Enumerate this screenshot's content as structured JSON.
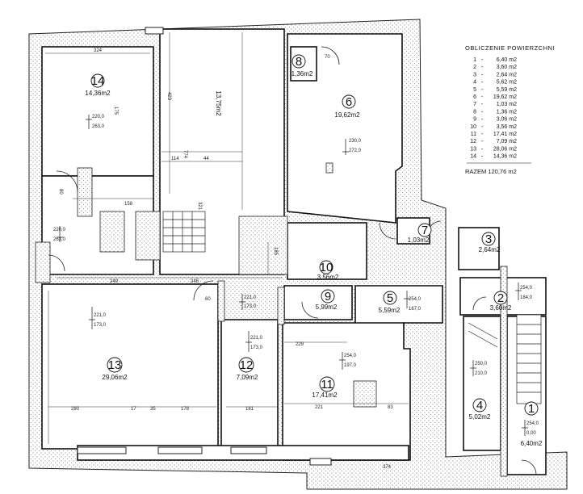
{
  "legend": {
    "title": "OBLICZENIE POWIERZCHNI",
    "rows": [
      {
        "num": "1",
        "sep": "-",
        "area": "6,40 m2"
      },
      {
        "num": "2",
        "sep": "-",
        "area": "3,60 m2"
      },
      {
        "num": "3",
        "sep": "-",
        "area": "2,64 m2"
      },
      {
        "num": "4",
        "sep": "-",
        "area": "5,62 m2"
      },
      {
        "num": "5",
        "sep": "-",
        "area": "5,59 m2"
      },
      {
        "num": "6",
        "sep": "-",
        "area": "19,62 m2"
      },
      {
        "num": "7",
        "sep": "-",
        "area": "1,03 m2"
      },
      {
        "num": "8",
        "sep": "-",
        "area": "1,36 m2"
      },
      {
        "num": "9",
        "sep": "-",
        "area": "3,06 m2"
      },
      {
        "num": "10",
        "sep": "-",
        "area": "3,56 m2"
      },
      {
        "num": "11",
        "sep": "-",
        "area": "17,41 m2"
      },
      {
        "num": "12",
        "sep": "-",
        "area": "7,09 m2"
      },
      {
        "num": "13",
        "sep": "-",
        "area": "28,06 m2"
      },
      {
        "num": "14",
        "sep": "-",
        "area": "14,36 m2"
      }
    ],
    "total": "RAZEM 120,76 m2"
  },
  "rooms": {
    "r1": {
      "num": "1",
      "area": "6,40m2"
    },
    "r2": {
      "num": "2",
      "area": "3,60m2"
    },
    "r3": {
      "num": "3",
      "area": "2,64m2"
    },
    "r4": {
      "num": "4",
      "area": "5,02m2"
    },
    "r5": {
      "num": "5",
      "area": "5,59m2"
    },
    "r6": {
      "num": "6",
      "area": "19,62m2"
    },
    "r7": {
      "num": "7",
      "area": "1,03m2"
    },
    "r8": {
      "num": "8",
      "area": "1,36m2"
    },
    "r9": {
      "num": "9",
      "area": "5,99m2"
    },
    "r10": {
      "num": "10",
      "area": "3,56m2"
    },
    "r11": {
      "num": "11",
      "area": "17,41m2"
    },
    "r12": {
      "num": "12",
      "area": "7,09m2"
    },
    "r13": {
      "num": "13",
      "area": "29,06m2"
    },
    "r14": {
      "num": "14",
      "area": "14,36m2"
    },
    "stair_area": "13,75m2"
  },
  "heights": {
    "h14a": "220,0",
    "h14b": "263,0",
    "h14c": "220,0",
    "h14d": "263,0",
    "h6a": "230,0",
    "h6b": "272,0",
    "h13a": "221,0",
    "h13b": "173,0",
    "h12a": "221,0",
    "h12b": "173,0",
    "hca": "221,0",
    "hcb": "173,0",
    "h11a": "254,0",
    "h11b": "197,0",
    "h5a": "254,0",
    "h5b": "167,0",
    "h2a": "254,0",
    "h2b": "184,0",
    "h4a": "250,0",
    "h4b": "210,0",
    "h1a": "254,0",
    "h1b": "0,00"
  },
  "dims": {
    "d324": "324",
    "d175": "175",
    "d423": "423",
    "d114": "114",
    "d774": "774",
    "d44": "44",
    "d158": "158",
    "d321": "321",
    "d249": "249",
    "d245": "245",
    "d185": "185",
    "d80": "80",
    "d280": "280",
    "d178": "178",
    "d17": "17",
    "d35": "35",
    "d181": "181",
    "d221": "221",
    "d83": "83",
    "d374": "374",
    "d229": "229",
    "d60": "60",
    "d70": "70"
  }
}
